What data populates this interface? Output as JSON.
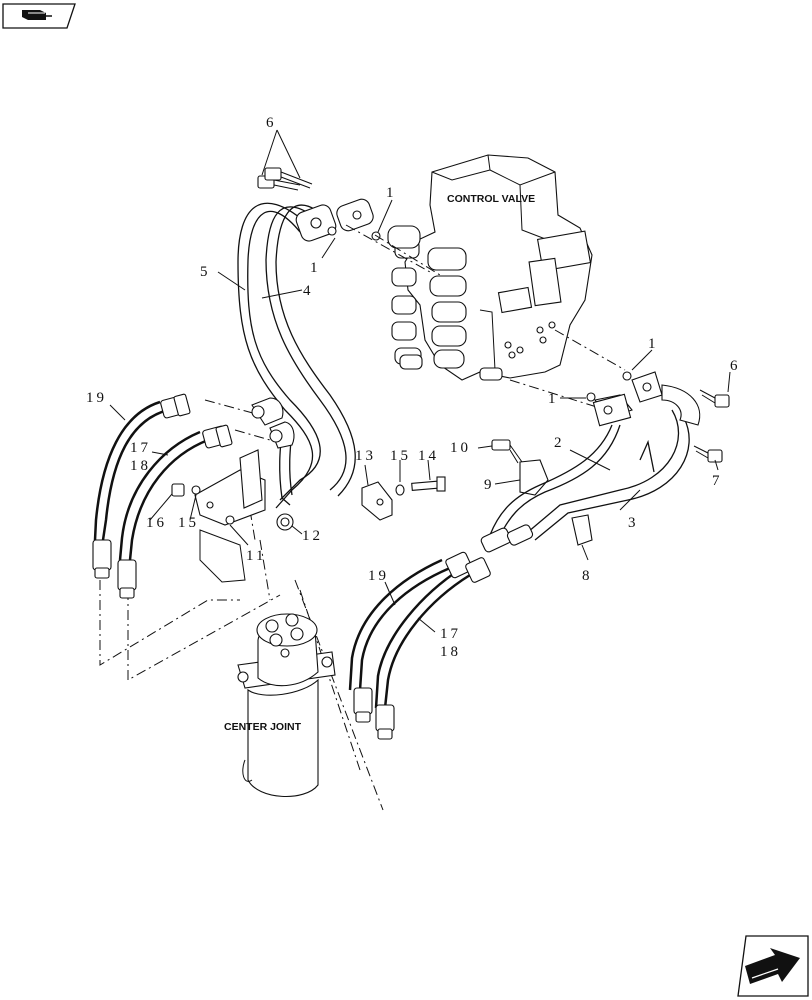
{
  "labels": {
    "control_valve": "CONTROL VALVE",
    "center_joint": "CENTER JOINT"
  },
  "callouts": {
    "c1a": "1",
    "c1b": "1",
    "c1c": "1",
    "c1d": "1",
    "c2": "2",
    "c3": "3",
    "c4": "4",
    "c5": "5",
    "c6a": "6",
    "c6b": "6",
    "c7": "7",
    "c8": "8",
    "c9": "9",
    "c10": "10",
    "c11": "11",
    "c12": "12",
    "c13": "13",
    "c14": "14",
    "c15a": "15",
    "c15b": "15",
    "c16": "16",
    "c17a": "17",
    "c18a": "18",
    "c17b": "17",
    "c18b": "18",
    "c19a": "19",
    "c19b": "19"
  },
  "icons": {
    "top_left": "book-icon",
    "bottom_right": "next-arrow-icon"
  }
}
